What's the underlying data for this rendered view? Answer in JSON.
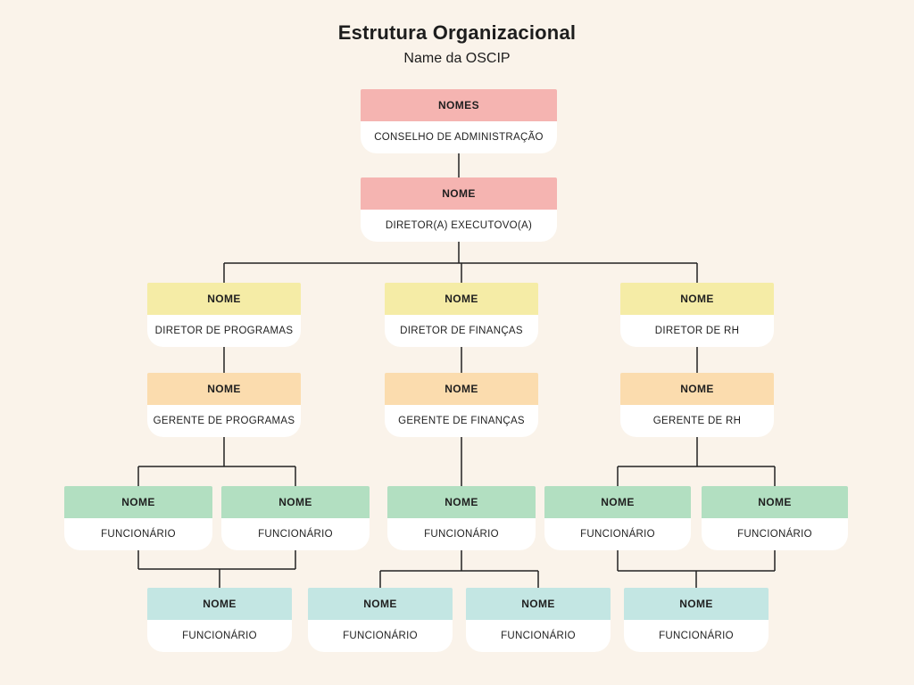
{
  "header": {
    "title": "Estrutura Organizacional",
    "subtitle": "Name da OSCIP"
  },
  "colors": {
    "background": "#FAF3EA",
    "pink": "#F5B4B1",
    "yellow": "#F5ECA6",
    "orange": "#FBDCAE",
    "green": "#B2DFC1",
    "teal": "#C3E6E3",
    "card_body": "#FFFFFF",
    "line": "#222222",
    "text": "#1D1D1D"
  },
  "nodes": {
    "board": {
      "name": "NOMES",
      "role": "CONSELHO DE ADMINISTRAÇÃO"
    },
    "executive": {
      "name": "NOME",
      "role": "DIRETOR(A) EXECUTOVO(A)"
    },
    "dir_programs": {
      "name": "NOME",
      "role": "DIRETOR DE PROGRAMAS"
    },
    "dir_finance": {
      "name": "NOME",
      "role": "DIRETOR DE FINANÇAS"
    },
    "dir_hr": {
      "name": "NOME",
      "role": "DIRETOR DE RH"
    },
    "mgr_programs": {
      "name": "NOME",
      "role": "GERENTE DE PROGRAMAS"
    },
    "mgr_finance": {
      "name": "NOME",
      "role": "GERENTE DE FINANÇAS"
    },
    "mgr_hr": {
      "name": "NOME",
      "role": "GERENTE DE RH"
    },
    "emp_green_1": {
      "name": "NOME",
      "role": "FUNCIONÁRIO"
    },
    "emp_green_2": {
      "name": "NOME",
      "role": "FUNCIONÁRIO"
    },
    "emp_green_3": {
      "name": "NOME",
      "role": "FUNCIONÁRIO"
    },
    "emp_green_4": {
      "name": "NOME",
      "role": "FUNCIONÁRIO"
    },
    "emp_green_5": {
      "name": "NOME",
      "role": "FUNCIONÁRIO"
    },
    "emp_teal_1": {
      "name": "NOME",
      "role": "FUNCIONÁRIO"
    },
    "emp_teal_2": {
      "name": "NOME",
      "role": "FUNCIONÁRIO"
    },
    "emp_teal_3": {
      "name": "NOME",
      "role": "FUNCIONÁRIO"
    },
    "emp_teal_4": {
      "name": "NOME",
      "role": "FUNCIONÁRIO"
    }
  }
}
